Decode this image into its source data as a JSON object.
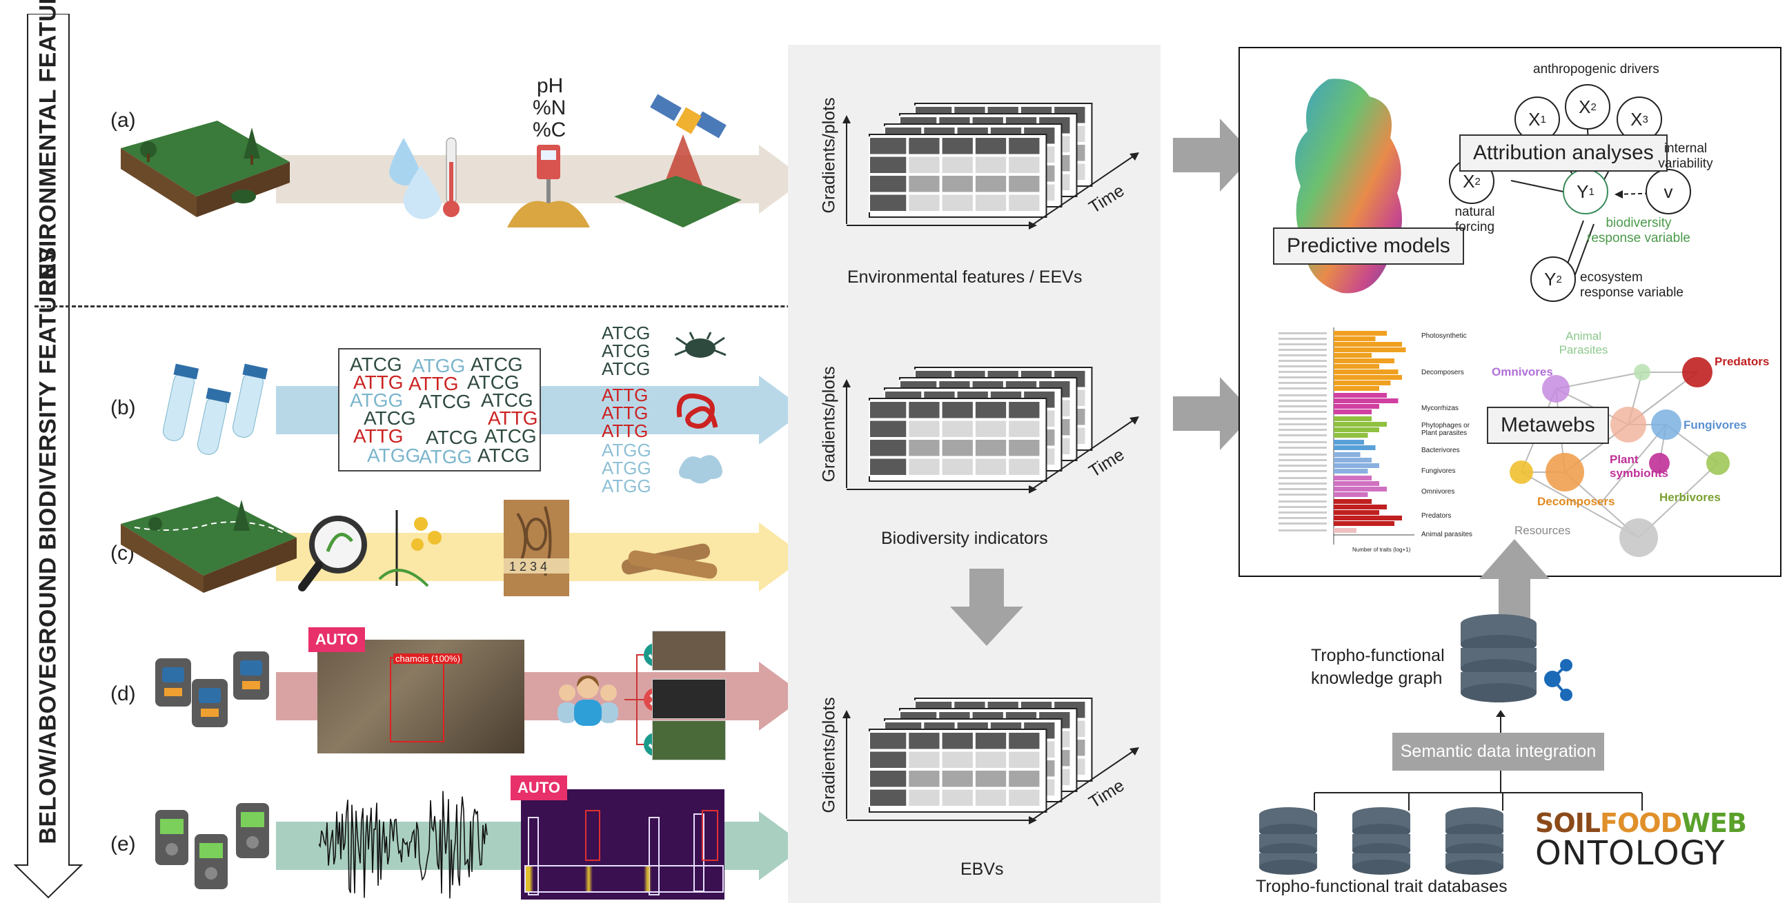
{
  "sidebar": {
    "env_title": "ENVIRONMENTAL FEATURES",
    "bio_title": "BELOW/ABOVEGROUND BIODIVERSITY FEATURES"
  },
  "rows": {
    "a": "(a)",
    "b": "(b)",
    "c": "(c)",
    "d": "(d)",
    "e": "(e)"
  },
  "env_labels": {
    "ph": "pH",
    "n": "%N",
    "c": "%C"
  },
  "dna_box": [
    {
      "t": "ATCG",
      "c": "#2e4a3e"
    },
    {
      "t": "ATGG",
      "c": "#7ab5cc"
    },
    {
      "t": "ATCG",
      "c": "#2e4a3e"
    },
    {
      "t": "ATTG",
      "c": "#cc2222"
    },
    {
      "t": "ATTG",
      "c": "#cc2222"
    },
    {
      "t": "ATCG",
      "c": "#2e4a3e"
    },
    {
      "t": "ATGG",
      "c": "#7ab5cc"
    },
    {
      "t": "ATCG",
      "c": "#2e4a3e"
    },
    {
      "t": "ATCG",
      "c": "#2e4a3e"
    },
    {
      "t": "ATCG",
      "c": "#2e4a3e"
    },
    {
      "t": "ATTG",
      "c": "#cc2222"
    },
    {
      "t": "ATTG",
      "c": "#cc2222"
    },
    {
      "t": "ATCG",
      "c": "#2e4a3e"
    },
    {
      "t": "ATCG",
      "c": "#2e4a3e"
    },
    {
      "t": "ATGG",
      "c": "#7ab5cc"
    },
    {
      "t": "ATGG",
      "c": "#7ab5cc"
    },
    {
      "t": "ATCG",
      "c": "#2e4a3e"
    }
  ],
  "dna_groups": {
    "dark": [
      "ATCG",
      "ATCG",
      "ATCG"
    ],
    "red": [
      "ATTG",
      "ATTG",
      "ATTG"
    ],
    "blue": [
      "ATGG",
      "ATGG",
      "ATGG"
    ]
  },
  "camera": {
    "auto": "AUTO",
    "detection": "chamois (100%)"
  },
  "audio": {
    "auto": "AUTO"
  },
  "grids": {
    "y_label": "Gradients/plots",
    "time_label": "Time",
    "env_caption": "Environmental features / EEVs",
    "bio_caption": "Biodiversity indicators",
    "ebv_caption": "EBVs"
  },
  "model": {
    "predictive": "Predictive models",
    "attribution": "Attribution analyses",
    "anthropogenic": "anthropogenic drivers",
    "internal": "internal variability",
    "natural": "natural forcing",
    "biodiv": "biodiversity response variable",
    "ecosystem": "ecosystem response variable",
    "nodes": {
      "x1": "X",
      "x2": "X",
      "x3": "X",
      "x2b": "X",
      "y1": "Y",
      "y2": "Y",
      "v": "v"
    },
    "subs": {
      "x1": "1",
      "x2": "2",
      "x3": "3",
      "x2b": "2",
      "y1": "1",
      "y2": "2"
    }
  },
  "bars": {
    "title_guilds": [
      "Photosynthetic",
      "Decomposers",
      "Mycorrhizas",
      "Phytophages or Plant parasites",
      "Bacterivores",
      "Fungivores",
      "Omnivores",
      "Predators",
      "Animal parasites"
    ],
    "xlabel": "Number of traits (log+1)"
  },
  "web": {
    "label": "Metawebs",
    "nodes": [
      "Animal Parasites",
      "Predators",
      "Omnivores",
      "Fungivores",
      "Plant symbionts",
      "Herbivores",
      "Decomposers",
      "Resources"
    ]
  },
  "kg": {
    "graph": "Tropho-functional knowledge graph",
    "integration": "Semantic data integration",
    "databases": "Tropho-functional trait databases",
    "logo_line1a": "SOIL",
    "logo_line1b": "FOOD",
    "logo_line1c": "WEB",
    "logo_line2": "ONTOLOGY"
  },
  "colors": {
    "band_env": "#e8e0d6",
    "band_dna": "#b8d8e8",
    "band_obs": "#fbe7a6",
    "band_cam": "#d9a3a3",
    "band_aud": "#a9cfc0",
    "arrow_grey": "#a3a3a3"
  }
}
